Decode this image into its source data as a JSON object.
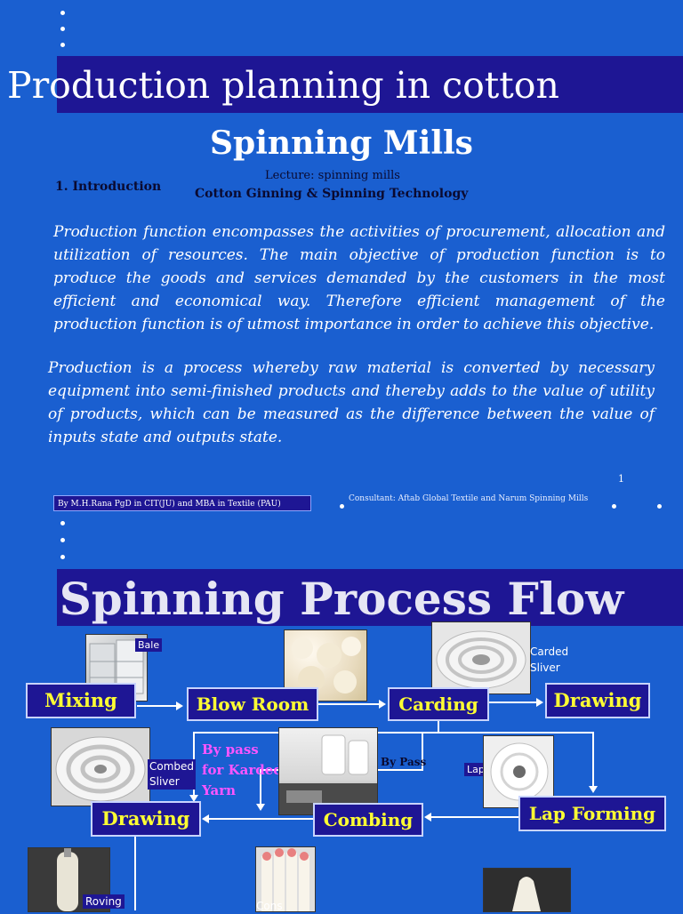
{
  "slide1": {
    "title_line1": "Production planning in cotton",
    "title_line2": "Spinning Mills",
    "lecture": "Lecture: spinning mills",
    "section": "1. Introduction",
    "course": "Cotton Ginning & Spinning Technology",
    "paragraph1": "Production function encompasses the activities of procurement, allocation and utilization of resources. The main objective of production function is to produce the goods and services demanded by the customers in the most efficient and economical way. Therefore efficient management of the production function is of utmost importance in order to achieve this objective.",
    "paragraph2": "Production is a process whereby raw material is converted by necessary equipment into semi-finished products and thereby adds to the value of utility of products, which can be measured as the difference between the value of inputs state and outputs state.",
    "page_number": "1",
    "author": "By M.H.Rana PgD in CIT(JU) and MBA in Textile (PAU)",
    "consultant": "Consultant: Aftab Global Textile and Narum Spinning Mills"
  },
  "slide2": {
    "title": "Spinning Process Flow",
    "boxes": {
      "mixing": "Mixing",
      "blow_room": "Blow Room",
      "carding": "Carding",
      "drawing_top": "Drawing",
      "drawing_bottom": "Drawing",
      "combing": "Combing",
      "lap_forming": "Lap Forming"
    },
    "labels": {
      "bale": "Bale",
      "carded_sliver": "Carded Sliver",
      "combed_sliver": "Combed Sliver",
      "bypass_karded": "By pass for Karded Yarn",
      "by_pass": "By Pass",
      "lap": "Lap",
      "roving": "Roving",
      "cons": "Cons"
    }
  },
  "colors": {
    "background": "#1a5fd0",
    "title_bar": "#1e1694",
    "box_text": "#ffff33",
    "bypass_text": "#ff55ff"
  }
}
